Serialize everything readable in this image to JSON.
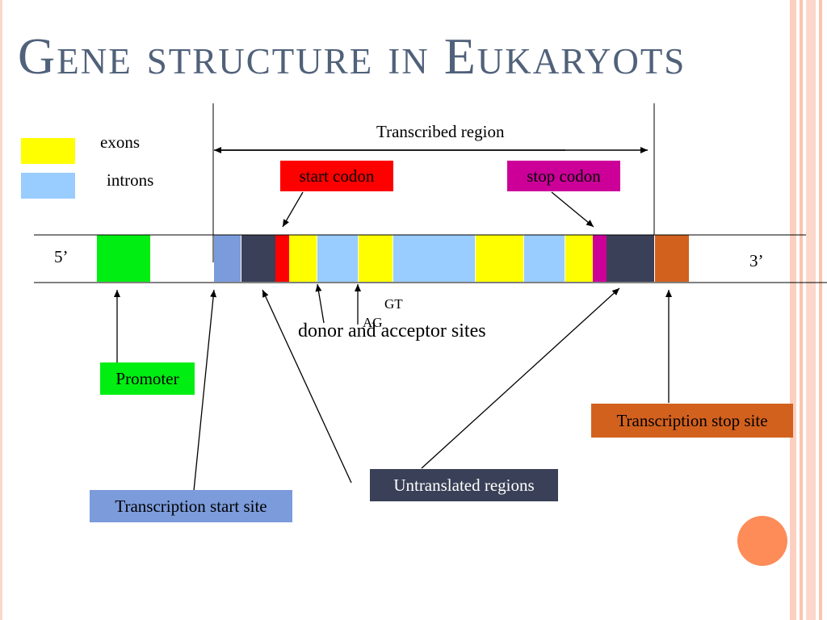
{
  "title": "Gene structure in Eukaryots",
  "legend": {
    "exons": "exons",
    "introns": "introns"
  },
  "labels": {
    "transcribed_region": "Transcribed region",
    "five_prime": "5’",
    "three_prime": "3’",
    "gt": "GT",
    "ag": "AG",
    "donor_acceptor": "donor and acceptor sites"
  },
  "boxes": {
    "start_codon": "start codon",
    "stop_codon": "stop codon",
    "promoter": "Promoter",
    "transcription_stop_site": "Transcription stop site",
    "untranslated_regions": "Untranslated regions",
    "transcription_start_site": "Transcription start site"
  },
  "colors": {
    "exon": "#ffff00",
    "intron": "#99ccff",
    "promoter": "#00ee11",
    "start_codon": "#ff0000",
    "stop_codon": "#cc0099",
    "utr": "#3a4057",
    "tss": "#7b9bdb",
    "stop_site": "#d2611e",
    "title": "#50617a",
    "accent": "#fd8c59"
  }
}
